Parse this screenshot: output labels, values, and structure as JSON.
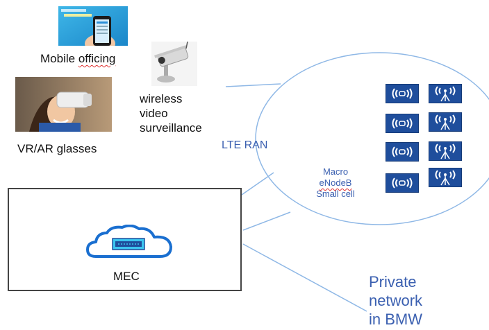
{
  "colors": {
    "accent_blue": "#1f4e9c",
    "line_blue": "#8fb8e6",
    "text_blue": "#3a5fb0",
    "cloud_blue": "#1a6fd0",
    "server_cyan": "#3cc6f0"
  },
  "devices": {
    "mobile": {
      "label": "Mobile officing",
      "icon": "smartphone-photo"
    },
    "camera": {
      "label_lines": [
        "wireless",
        "video",
        "surveillance"
      ],
      "icon": "cctv-camera-photo"
    },
    "vr": {
      "label": "VR/AR glasses",
      "icon": "vr-headset-photo"
    }
  },
  "ran": {
    "label": "LTE RAN",
    "cell_types": [
      "Macro",
      "eNodeB",
      "Small cell"
    ],
    "icons": [
      "signal-broadcast-icon",
      "antenna-tower-icon"
    ],
    "rows": 4
  },
  "mec": {
    "label": "MEC",
    "icon": "cloud-server-icon"
  },
  "network": {
    "label_lines": [
      "Private",
      "network",
      "in BMW"
    ]
  }
}
